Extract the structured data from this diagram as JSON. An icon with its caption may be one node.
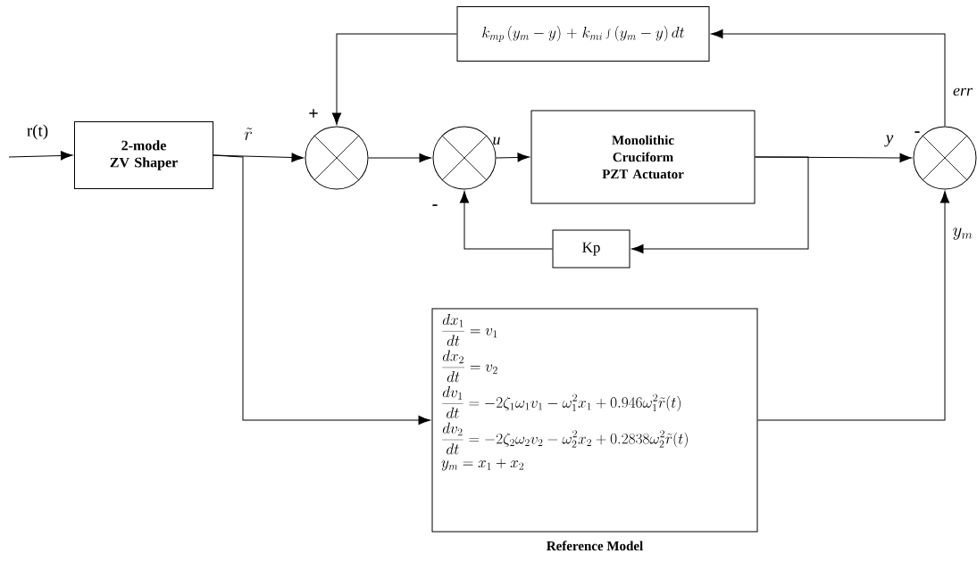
{
  "diagram": {
    "nodes": [
      {
        "text": [
          "2-mode ZV Shaper"
        ]
      },
      {
        "text": [],
        "shape": "circle",
        "beside": [
          "+"
        ]
      },
      {
        "text": [],
        "shape": "circle",
        "beside": [
          "-"
        ]
      },
      {
        "text": [
          "Monolithic Cruciform PZT Actuator"
        ]
      },
      {
        "text": [],
        "shape": "circle",
        "beside": [
          "-"
        ]
      },
      {
        "text": [
          "Kp"
        ]
      },
      {
        "text": [
          "k_{mp}\\left(y_m - y\\right) + k_{mi}\\int\\left(y_m - y\\right)dt"
        ]
      },
      {
        "text": [
          "\\frac{dx_1}{dt} = v_1",
          "\\frac{dx_2}{dt} = v_2",
          "\\frac{dv_1}{dt} = -2\\zeta_1\\omega_1 v_1 - \\omega_1^2 x_1 + 0.946\\omega_1^2\\tilde{r}(t)",
          "\\frac{dv_2}{dt} = -2\\zeta_2\\omega_2 v_2 - \\omega_2^2 x_2 + 0.2838\\omega_2^2\\tilde{r}(t)",
          "y_m = x_1 + x_2",
          "Reference Model"
        ]
      }
    ],
    "edges": [
      {
        "from": null,
        "to": 0,
        "arrow": "to",
        "label": "r(t)"
      },
      {
        "from": 0,
        "to": 1,
        "arrow": "to",
        "label": "\\tilde{r}"
      },
      {
        "from": 0,
        "to": 7,
        "arrow": "to"
      },
      {
        "from": 6,
        "to": 1,
        "arrow": "to"
      },
      {
        "from": 1,
        "to": 2,
        "arrow": "to"
      },
      {
        "from": 2,
        "to": 3,
        "arrow": "to",
        "label": "u"
      },
      {
        "from": 3,
        "to": 4,
        "arrow": "to",
        "label": "y"
      },
      {
        "from": 3,
        "to": 5,
        "arrow": "to"
      },
      {
        "from": 5,
        "to": 2,
        "arrow": "to"
      },
      {
        "from": 7,
        "to": 4,
        "arrow": "to",
        "label": "y_m"
      },
      {
        "from": 4,
        "to": 6,
        "arrow": "to",
        "label": "err"
      }
    ]
  }
}
